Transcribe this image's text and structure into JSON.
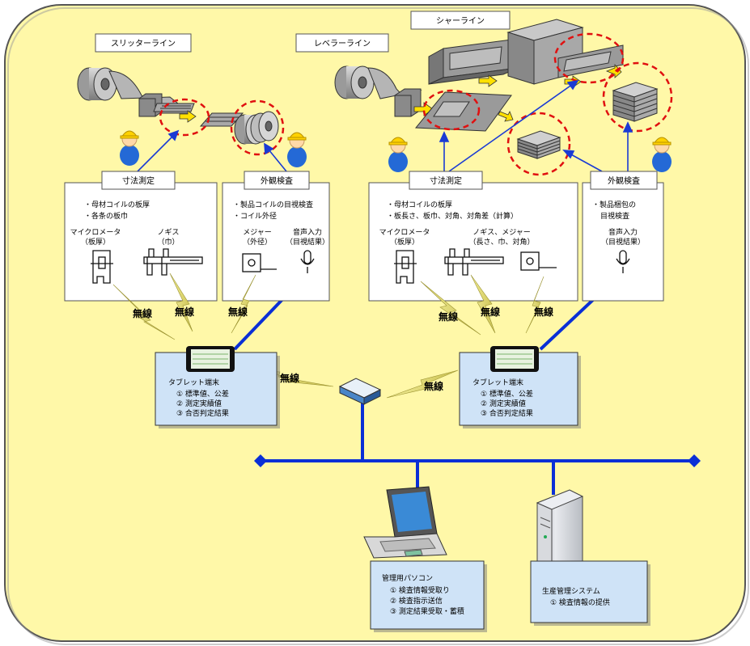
{
  "lines": {
    "slitter": "スリッターライン",
    "leveler": "レベラーライン",
    "shear": "シャーライン"
  },
  "slitter_dim": {
    "title": "寸法測定",
    "items": [
      "・母材コイルの板厚",
      "・各条の板巾"
    ],
    "tool1": [
      "マイクロメータ",
      "（板厚）"
    ],
    "tool2": [
      "ノギス",
      "（巾）"
    ]
  },
  "slitter_vis": {
    "title": "外観検査",
    "items": [
      "・製品コイルの目視検査",
      "・コイル外径"
    ],
    "tool1": [
      "メジャー",
      "（外径）"
    ],
    "tool2": [
      "音声入力",
      "（目視結果）"
    ]
  },
  "shear_dim": {
    "title": "寸法測定",
    "items": [
      "・母材コイルの板厚",
      "・板長さ、板巾、対角、対角差（計算）"
    ],
    "tool1": [
      "マイクロメータ",
      "（板厚）"
    ],
    "tool2": [
      "ノギス、メジャー",
      "（長さ、巾、対角）"
    ]
  },
  "shear_vis": {
    "title": "外観検査",
    "items": [
      "・製品梱包の",
      "目視検査"
    ],
    "tool1": [
      "音声入力",
      "（目視結果）"
    ]
  },
  "wireless": "無線",
  "tablet_left": {
    "title": "タブレット端末",
    "items": [
      "① 標準値、公差",
      "② 測定実績値",
      "③ 合否判定結果"
    ]
  },
  "tablet_right": {
    "title": "タブレット端末",
    "items": [
      "① 標準値、公差",
      "② 測定実績値",
      "③ 合否判定結果"
    ]
  },
  "pc": {
    "title": "管理用パソコン",
    "items": [
      "① 検査情報受取り",
      "② 検査指示送信",
      "③ 測定結果受取・蓄積"
    ]
  },
  "server": {
    "title": "生産管理システム",
    "items": [
      "① 検査情報の提供"
    ]
  },
  "colors": {
    "background": "#fff8a8",
    "network": "#0a2fd6",
    "box_fill": "#cfe3f7",
    "dashed": "#e01010"
  }
}
